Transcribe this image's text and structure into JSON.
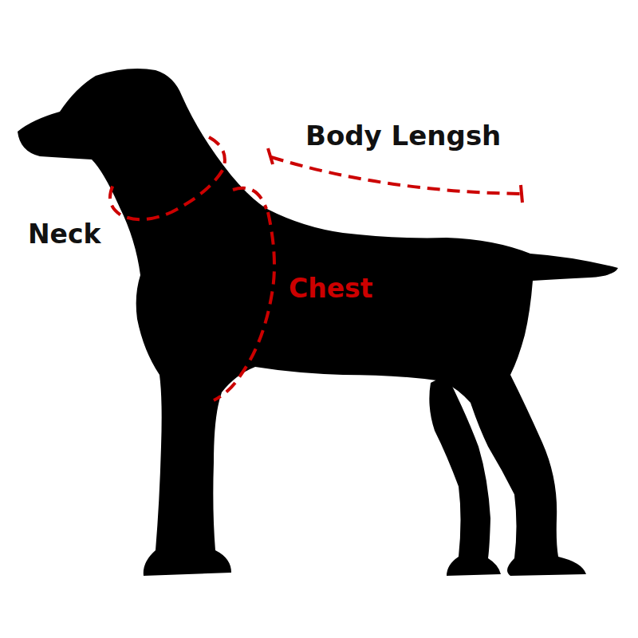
{
  "diagram": {
    "labels": [
      "Body Lengsh",
      "Neck",
      "Chest"
    ]
  }
}
